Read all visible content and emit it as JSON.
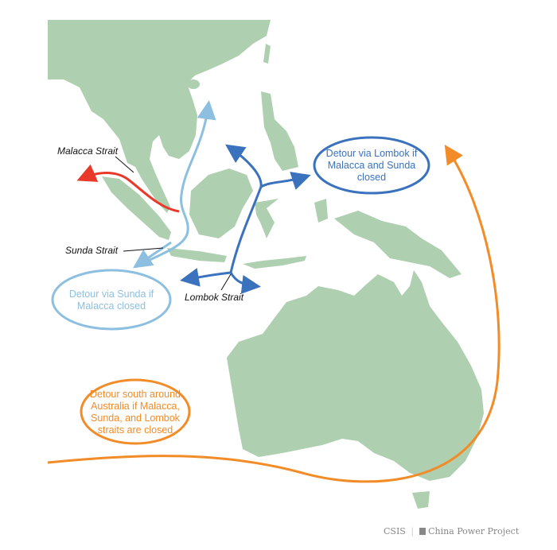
{
  "colors": {
    "land": "#aecfb0",
    "malacca_route": "#e8392b",
    "sunda_route": "#8cbfe0",
    "lombok_route": "#3a72bd",
    "australia_route": "#f28c28"
  },
  "labels": {
    "malacca": "Malacca Strait",
    "sunda": "Sunda Strait",
    "lombok": "Lombok Strait"
  },
  "callouts": {
    "sunda": [
      "Detour via Sunda if",
      "Malacca closed"
    ],
    "lombok": [
      "Detour via Lombok if",
      "Malacca and Sunda",
      "closed"
    ],
    "australia": [
      "Detour south around",
      "Australia if Malacca,",
      "Sunda, and Lombok",
      "straits are closed"
    ]
  },
  "credit": {
    "org": "CSIS",
    "separator": "|",
    "project": "China Power Project"
  }
}
